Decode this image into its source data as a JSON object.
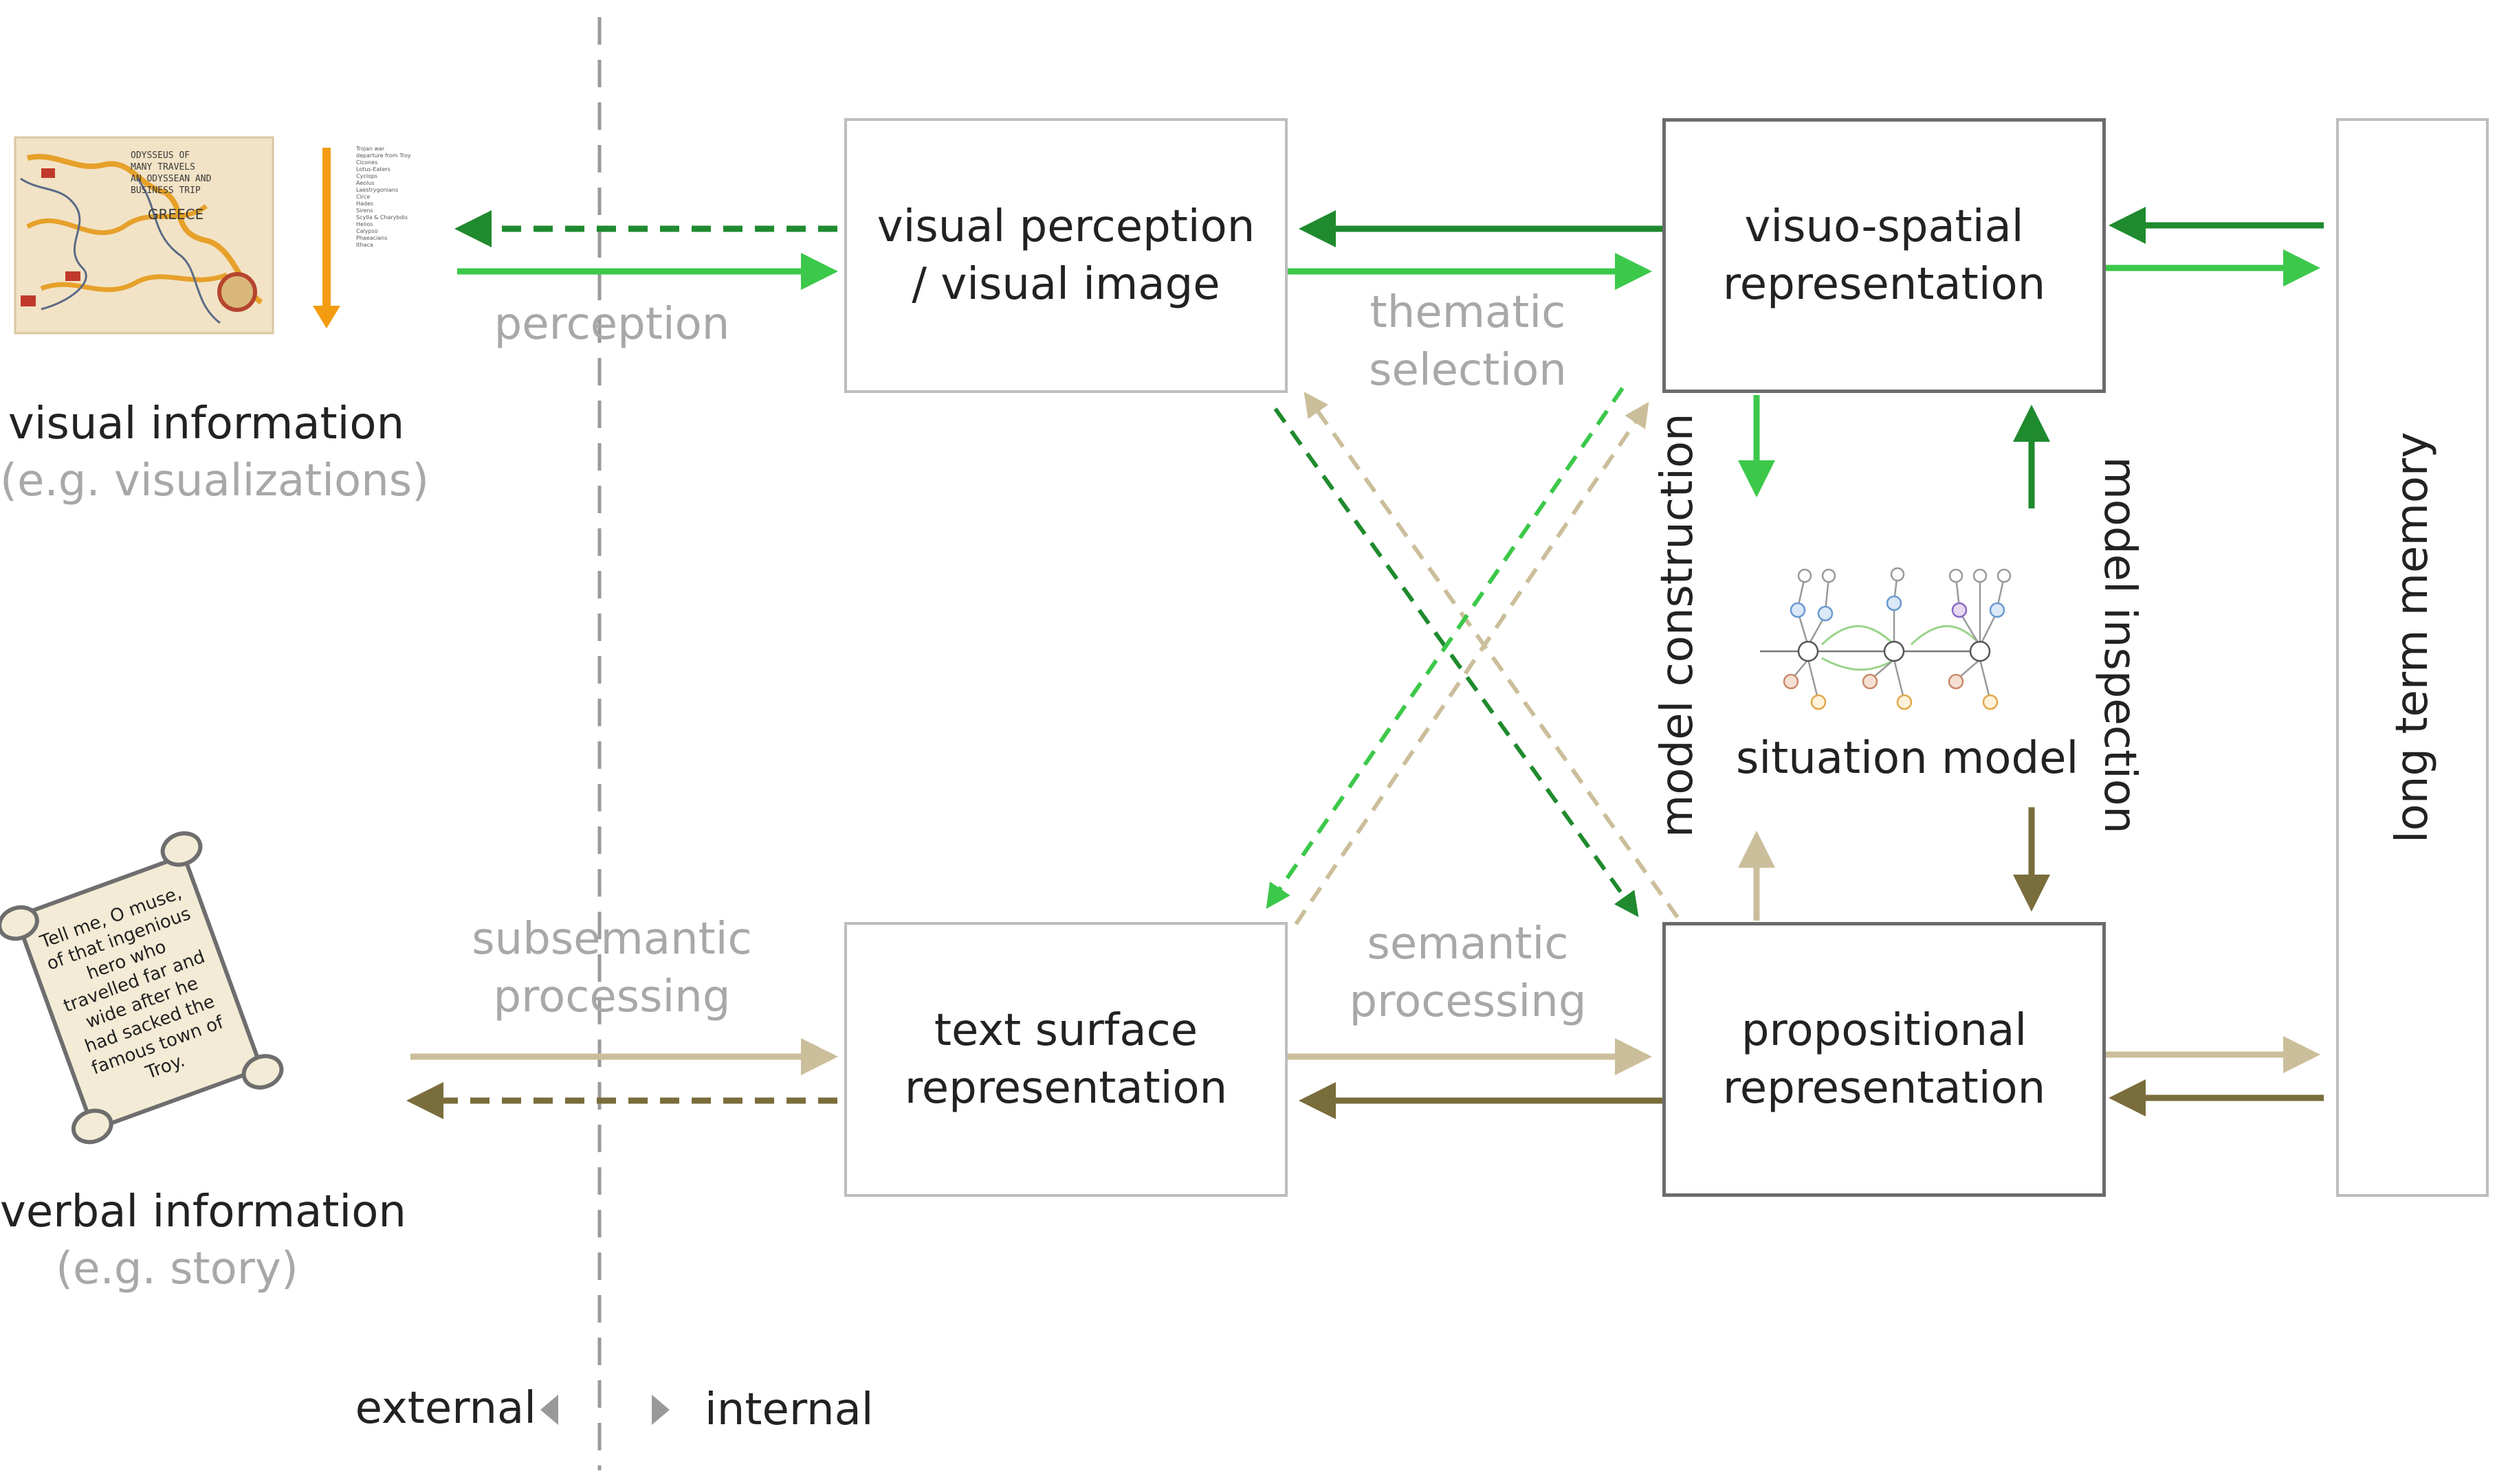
{
  "left": {
    "visual_title": "visual information",
    "visual_sub": "(e.g. visualizations)",
    "verbal_title": "verbal information",
    "verbal_sub": "(e.g. story)",
    "scroll_text": [
      "Tell me, O muse,",
      "of that ingenious",
      "hero who",
      "travelled far and",
      "wide after he",
      "had sacked the",
      "famous town of",
      "Troy."
    ],
    "map_title": [
      "ODYSSEUS OF",
      "MANY TRAVELS",
      "AN ODYSSEAN AND",
      "BUSINESS TRIP"
    ],
    "map_label": "GREECE",
    "map_list": [
      "Trojan war",
      "departure from Troy",
      "Cicones",
      "Lotus-Eaters",
      "Cyclops",
      "Aeolus",
      "Laestrygonians",
      "Circe",
      "Hades",
      "Sirens",
      "Scylla & Charybdis",
      "Helios",
      "Calypso",
      "Phaeacians",
      "Ithaca"
    ]
  },
  "divider": {
    "external": "external",
    "internal": "internal"
  },
  "boxes": {
    "visual_perception": [
      "visual perception",
      "/ visual image"
    ],
    "visuo_spatial": [
      "visuo-spatial",
      "representation"
    ],
    "text_surface": [
      "text surface",
      "representation"
    ],
    "propositional": [
      "propositional",
      "representation"
    ],
    "long_term_memory": "long term memory"
  },
  "labels": {
    "perception": "perception",
    "thematic": [
      "thematic",
      "selection"
    ],
    "subsemantic": [
      "subsemantic",
      "processing"
    ],
    "semantic": [
      "semantic",
      "processing"
    ],
    "model_construction": "model construction",
    "model_inspection": "model inspection",
    "situation_model": "situation model"
  },
  "colors": {
    "green_dark": "#1f8a2e",
    "green_light": "#3cc84a",
    "tan_light": "#cbbe9a",
    "olive_dark": "#7a6d3c",
    "grey_text": "#a8a8a8",
    "orange": "#f39c12"
  }
}
